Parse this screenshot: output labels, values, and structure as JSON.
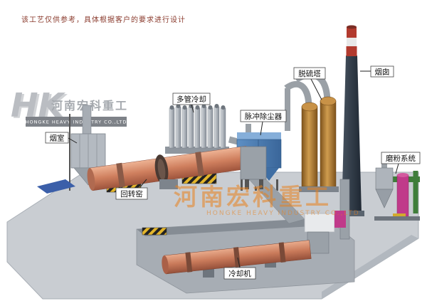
{
  "disclaimer": {
    "text": "该工艺仅供参考，具体根据客户的要求进行设计"
  },
  "logo": {
    "monogram": "HK",
    "company_cn": "河南宏科重工",
    "company_en": "HONGKE HEAVY INDUSTRY CO.,LTD"
  },
  "watermark": {
    "company_cn": "河南宏科重工",
    "company_en": "HONGKE HEAVY INDUSTRY CO.,LTD"
  },
  "equipment_labels": {
    "smoke_chamber": "烟室",
    "multi_tube_cooler": "多管冷却",
    "pulse_dust_collector": "脉冲除尘器",
    "desulfurization_tower": "脱硫塔",
    "chimney": "烟囱",
    "grinding_system": "磨粉系统",
    "rotary_kiln": "回转窑",
    "cooling_machine": "冷却机"
  },
  "colors": {
    "kiln_body": "#cf7f5e",
    "dust_collector_blue": "#4c7fb8",
    "desulfurization_orange": "#b5782f",
    "chimney_dark": "#2c3642",
    "chimney_red": "#b23a2e",
    "watermark_orange": "#e8821e",
    "floor_gray": "#c9cdd2",
    "hazard_yellow": "#e3b52a",
    "disclaimer_red": "#8a3a2c",
    "grinding_magenta": "#c03a8a",
    "pipe_green": "#3f7d3a"
  }
}
